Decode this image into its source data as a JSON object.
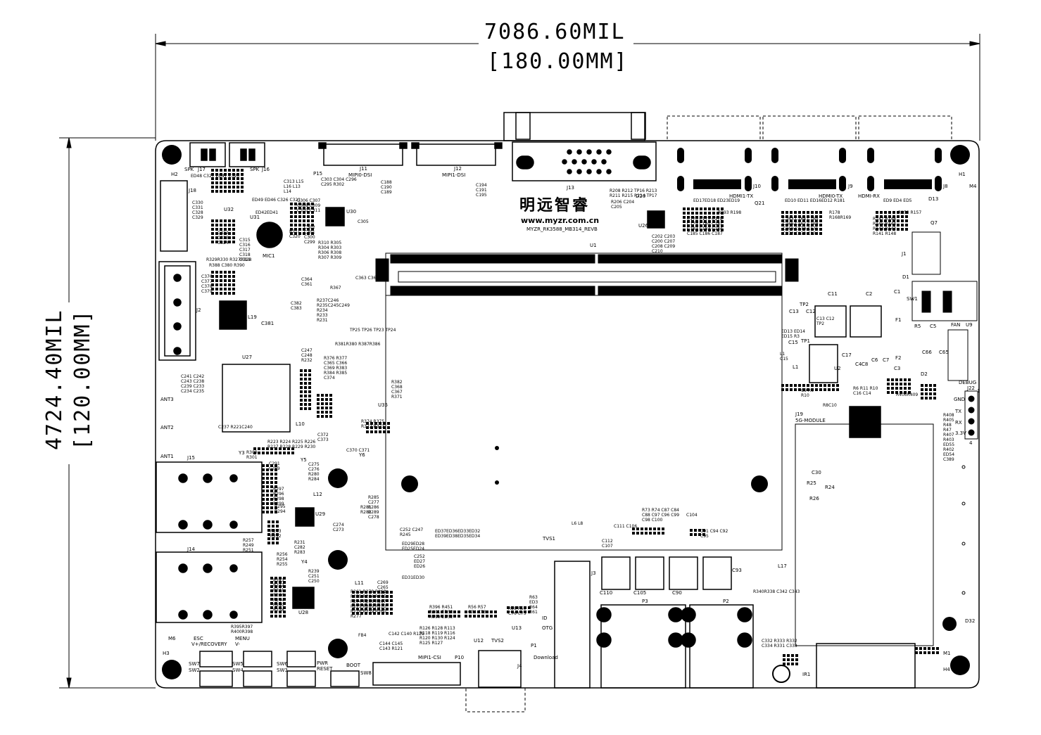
{
  "dimensions": {
    "width_mil": "7086.60MIL",
    "width_mm": "[180.00MM]",
    "height_mil": "4724.40MIL",
    "height_mm": "[120.00MM]"
  },
  "brand": {
    "logo_text": "明远智睿",
    "url": "www.myzr.com.cn",
    "board_name": "MYZR_RK3588_MB314_REVB"
  },
  "connectors": {
    "j11": "J11",
    "j11_name": "MIPI0-DSI",
    "j12": "J12",
    "j12_name": "MIPI1-DSI",
    "j13": "J13",
    "j10": "J10",
    "j10_name": "HDMI1-TX",
    "j9": "J9",
    "j9_name": "HDMI0-TX",
    "j8": "J8",
    "j8_name": "HDMI-RX",
    "j1": "J1",
    "j2": "J2",
    "j14": "J14",
    "j15": "J15",
    "j16": "J16",
    "j17": "J17",
    "j18": "J18",
    "j19": "J19",
    "j19_name": "5G-MODULE",
    "j22": "J22",
    "j22_name": "DEBUG",
    "j3": "J3",
    "j4": "J4",
    "p1": "P1",
    "p2": "P2",
    "p3": "P3",
    "p10": "P10",
    "p10_name": "MIPI1-CSI",
    "p15": "P15"
  },
  "chips": {
    "u1": "U1",
    "u27": "U27",
    "u28": "U28",
    "u29": "U29",
    "u35": "U35",
    "u26": "U26",
    "u30": "U30",
    "u31": "U31",
    "u32": "U32",
    "u2": "U2",
    "u9": "U9",
    "u12": "U12",
    "u13": "U13"
  },
  "holes": {
    "h1": "H1",
    "h2": "H2",
    "h3": "H3",
    "h4": "H4",
    "m1": "M1",
    "m4": "M4",
    "m6": "M6"
  },
  "switches": {
    "sw1": "SW1",
    "sw2": "SW2",
    "sw3": "SW3",
    "sw4": "SW4",
    "sw5": "SW5",
    "sw6": "SW6",
    "sw7": "SW7",
    "sw8": "SW8",
    "esc": "ESC",
    "recovery": "V+/RECOVERY",
    "menu": "MENU",
    "vminus": "V-",
    "pwr": "PWR",
    "reset": "RESET",
    "boot": "BOOT"
  },
  "misc": {
    "ant1": "ANT1",
    "ant2": "ANT2",
    "ant3": "ANT3",
    "mic1": "MIC1",
    "fan": "FAN",
    "y3": "Y3",
    "y4": "Y4",
    "y5": "Y5",
    "y6": "Y6",
    "ir1": "IR1",
    "d1": "D1",
    "d32": "D32",
    "l19": "L19",
    "c381": "C381",
    "tvs1": "TVS1",
    "tvs2": "TVS2",
    "download": "Download",
    "otg": "OTG",
    "id": "ID",
    "spk_l": "SPK",
    "spk_r": "SPK",
    "gnd": "GND",
    "tx": "TX",
    "rx": "RX",
    "v33": "3.3V",
    "pin1": "1",
    "pin4": "4",
    "c11": "C11",
    "c2": "C2",
    "f1": "F1",
    "f2": "F2",
    "r5": "R5",
    "c5": "C5",
    "c3": "C3",
    "d2": "D2",
    "tp1": "TP1",
    "c15": "C15",
    "l1": "L1",
    "c17": "C17",
    "c6": "C6",
    "c7": "C7",
    "c8": "C8",
    "c4": "C4",
    "c110": "C110",
    "c105": "C105",
    "c90": "C90",
    "c93": "C93",
    "l17": "L17",
    "l11": "L11",
    "l12": "L12",
    "l10": "L10",
    "d13": "D13",
    "q7": "Q7",
    "q21": "Q21",
    "d20": "D20",
    "c30": "C30",
    "r25": "R25",
    "r26": "R26",
    "r24": "R24",
    "c1": "C1",
    "c13": "C13",
    "c12": "C12",
    "tp2": "TP2",
    "c65": "C65",
    "c66": "C66"
  },
  "dense_labels": {
    "group_a": "ED17ED18 ED23ED19",
    "group_b": "ED10 ED11 ED16ED12 R181",
    "group_c": "ED9 ED4 ED5",
    "group_d": "ED37ED36ED33ED32 ED39ED38ED35ED34",
    "group_e": "ED29ED28 ED25ED24",
    "group_f": "R396 R451 R401 ED53 R399 ED52",
    "group_g": "R56 R57 C74 C73",
    "group_h": "R58 R59 C76 C75",
    "group_i": "R63 ED3 R64 R61",
    "group_j": "C111 C106",
    "group_k": "C112 C107",
    "group_l": "L6 L8",
    "group_m": "C91 C94 C92 C95",
    "group_n": "R340R338 C342 C343",
    "group_o": "C332 R333 R332 C334 R331 C333",
    "group_p": "R408 R405 R48 R47 R407 R403 ED55 R402 ED54 C389",
    "group_q": "R406R409",
    "group_r": "R382 C368 C367 R371",
    "group_s": "R381R380 R387R386",
    "group_t": "TP25 TP26 TP23 TP24",
    "group_u": "R237C246 R235C245C249 R234 R233 R231",
    "group_v": "R367",
    "group_w": "C363 C362",
    "group_x": "C364 C361",
    "group_y": "C382 C383",
    "group_z": "R388 C380 R390",
    "group_aa": "R329R330 R327R328",
    "group_ab": "ED49 ED46 C326 C321",
    "group_ac": "ED42ED41",
    "group_ad": "ED48 C327 ED47 C320",
    "group_ae": "R395R397 R400R398",
    "group_af": "R257 R249 R251",
    "group_ag": "R261 R278 R262 R279 R264 R265 R274 R266 R267 R275 R269 R270 R276 R259 R260 R277",
    "group_ah": "C269 C265 C267",
    "group_ai": "C274 C273",
    "group_aj": "R285 C277 R286 R289 C278",
    "group_ak": "C275 C276 R280 R284",
    "group_al": "R300 R301",
    "group_am": "C291 C289",
    "group_an": "R295 R294",
    "group_ao": "C237 R221C240",
    "group_ap": "C370 C371",
    "group_aq": "R208 R212 TP16 R213 R211 R215 R214 TP17",
    "group_ar": "R193 R198",
    "group_as": "R158 R157",
    "group_at": "R178 R168R169",
    "group_au": "R8C10",
    "group_av": "C9 R6 R10",
    "group_aw": "C241 C242 C243 C238 C239 C233 C234 C235",
    "group_ax": "C252 C247 R245",
    "group_ay": "C144 C145 C143 R121",
    "group_az": "C142 C140 R129",
    "group_ba": "R126 R128 R113 R118 R119 R116 R120 R130 R124 R125 R127",
    "group_bb": "FB4",
    "group_bc": "C104",
    "group_bd": "R73 R74 C87 C84 C88 C97 C96 C99 C98 C100",
    "group_be": "C202 C203 C200 C207 C208 C209 C210",
    "group_bf": "C303 C304 C296 C295 R302",
    "group_bg": "R310 R305 R304 R303 R306 R308 R307 R309",
    "group_bh": "C188 C190 C189",
    "group_bi": "C194 C191 C195",
    "group_bj": "R376 R377 C365 C366 C369 R383 R384 R385 C374",
    "group_bk": "C247 C248 R232",
    "group_bl": "R243 R242 R241 R246 R244 R240 R238",
    "group_bm": "R239 C251 C250",
    "group_bn": "R256 R254 R255",
    "group_bo": "R293 R292",
    "group_bp": "R297 R296 R298 R299",
    "group_bq": "R231 C282 R283",
    "group_br": "R147 R146 R145 R144 R143 R142 R141 R148",
    "group_bs": "C163 C164 C165 C166 C167 C168 C169 C170 C171 C172 C173 C174",
    "group_bt": "C176 C177 C178 C179 C180 C181 C182 C183 C184 C185 C186 C187",
    "group_bu": "C330 C331 C328 C329",
    "group_bv": "C322 C323 C324",
    "group_bw": "C313 L15 L16 L13 L14",
    "group_bx": "C306 C307 C308 C309 C310 C311",
    "group_by": "C305",
    "group_bz": "C302 C301 C300 C299",
    "group_ca": "R311 C320",
    "group_cb": "C315 C316 C317 C318 C319",
    "group_cc": "C376 C377 C378 C379",
    "group_cd": "R374 R375 R372 R373",
    "group_ce": "C372 C373",
    "group_cf": "R223 R224 R225 R226 R227 R228 R229 R230",
    "group_cg": "R281 R282",
    "group_ch": "C252 ED27 ED26",
    "group_ci": "ED31ED30",
    "group_cj": "R206 C204 C205",
    "group_ck": "C13 C12 TP2",
    "group_cl": "R6 R11 R10 C16 C14",
    "group_cm": "L1 C15",
    "group_cn": "ED13 ED14 ED15 R3"
  }
}
